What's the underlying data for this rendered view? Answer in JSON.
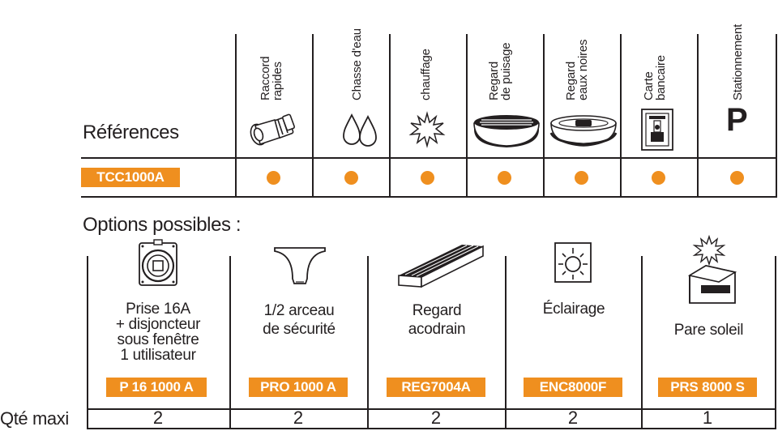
{
  "references_label": "Références",
  "columns": [
    {
      "label": "Raccord\nrapides",
      "icon": "quick-coupling-icon"
    },
    {
      "label": "Chasse d'eau",
      "icon": "water-drops-icon"
    },
    {
      "label": "chauffage",
      "icon": "heating-sun-icon"
    },
    {
      "label": "Regard\nde puisage",
      "icon": "drain-grate-icon"
    },
    {
      "label": "Regard\neaux noires",
      "icon": "black-water-inlet-icon"
    },
    {
      "label": "Carte\nbancaire",
      "icon": "bank-card-icon"
    },
    {
      "label": "Stationnement",
      "icon": "parking-icon"
    }
  ],
  "parking_letter": "P",
  "reference_row": {
    "code": "TCC1000A",
    "has_feature": [
      true,
      true,
      true,
      true,
      true,
      true,
      true
    ]
  },
  "options_title": "Options possibles :",
  "options": [
    {
      "label": "Prise 16A\n+ disjoncteur\nsous fenêtre\n1 utilisateur",
      "code": "P 16 1000 A",
      "qty": "2",
      "icon": "socket-icon"
    },
    {
      "label": "1/2 arceau\nde  sécurité",
      "code": "PRO 1000 A",
      "qty": "2",
      "icon": "safety-bollard-icon"
    },
    {
      "label": "Regard\nacodrain",
      "code": "REG7004A",
      "qty": "2",
      "icon": "acodrain-channel-icon"
    },
    {
      "label": "Éclairage",
      "code": "ENC8000F",
      "qty": "2",
      "icon": "lighting-icon"
    },
    {
      "label": "Pare soleil",
      "code": "PRS 8000 S",
      "qty": "1",
      "icon": "sunshade-icon"
    }
  ],
  "qty_label": "Qté maxi",
  "colors": {
    "accent": "#ef8f1f",
    "ink": "#231f20"
  }
}
